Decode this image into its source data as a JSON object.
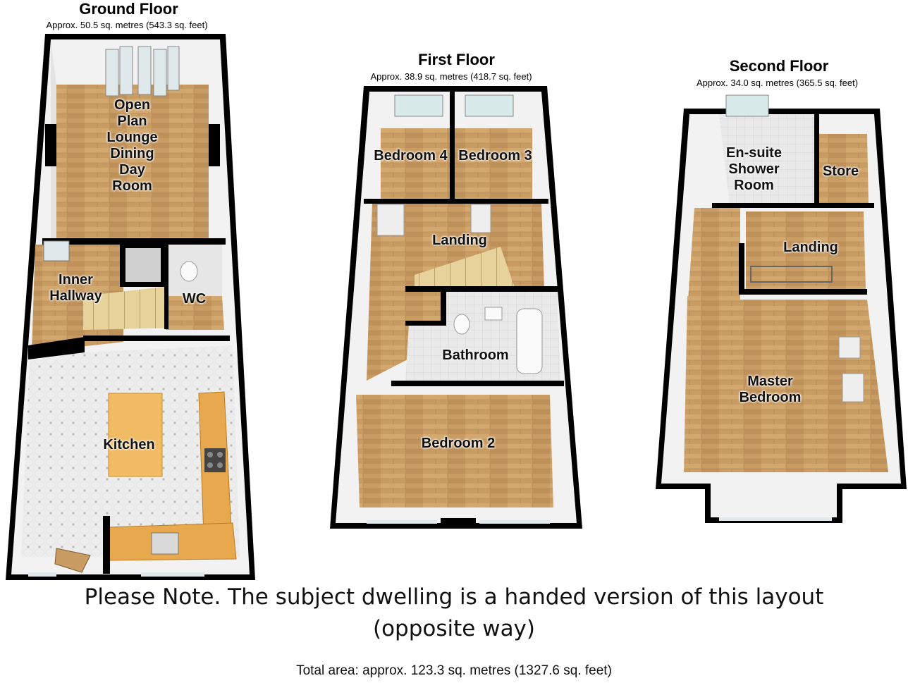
{
  "floors": {
    "ground": {
      "title": "Ground Floor",
      "area": "Approx. 50.5 sq. metres (543.3 sq. feet)"
    },
    "first": {
      "title": "First Floor",
      "area": "Approx. 38.9 sq. metres (418.7 sq. feet)"
    },
    "second": {
      "title": "Second Floor",
      "area": "Approx. 34.0 sq. metres (365.5 sq. feet)"
    }
  },
  "rooms": {
    "open_plan": "Open\nPlan\nLounge\nDining\nDay\nRoom",
    "inner_hallway": "Inner\nHallway",
    "wc": "WC",
    "kitchen": "Kitchen",
    "bedroom4": "Bedroom 4",
    "bedroom3": "Bedroom 3",
    "landing1": "Landing",
    "bathroom": "Bathroom",
    "bedroom2": "Bedroom 2",
    "ensuite": "En-suite\nShower\nRoom",
    "store": "Store",
    "landing2": "Landing",
    "master": "Master\nBedroom"
  },
  "note": "Please Note. The subject dwelling is a handed version of this layout (opposite way)",
  "total": "Total area: approx. 123.3 sq. metres (1327.6 sq. feet)",
  "colors": {
    "wall": "#000000",
    "wood": "#c9a06a",
    "tile": "#eeeeee",
    "worktop": "#e8a94e",
    "wallface": "#f2f2f2"
  }
}
